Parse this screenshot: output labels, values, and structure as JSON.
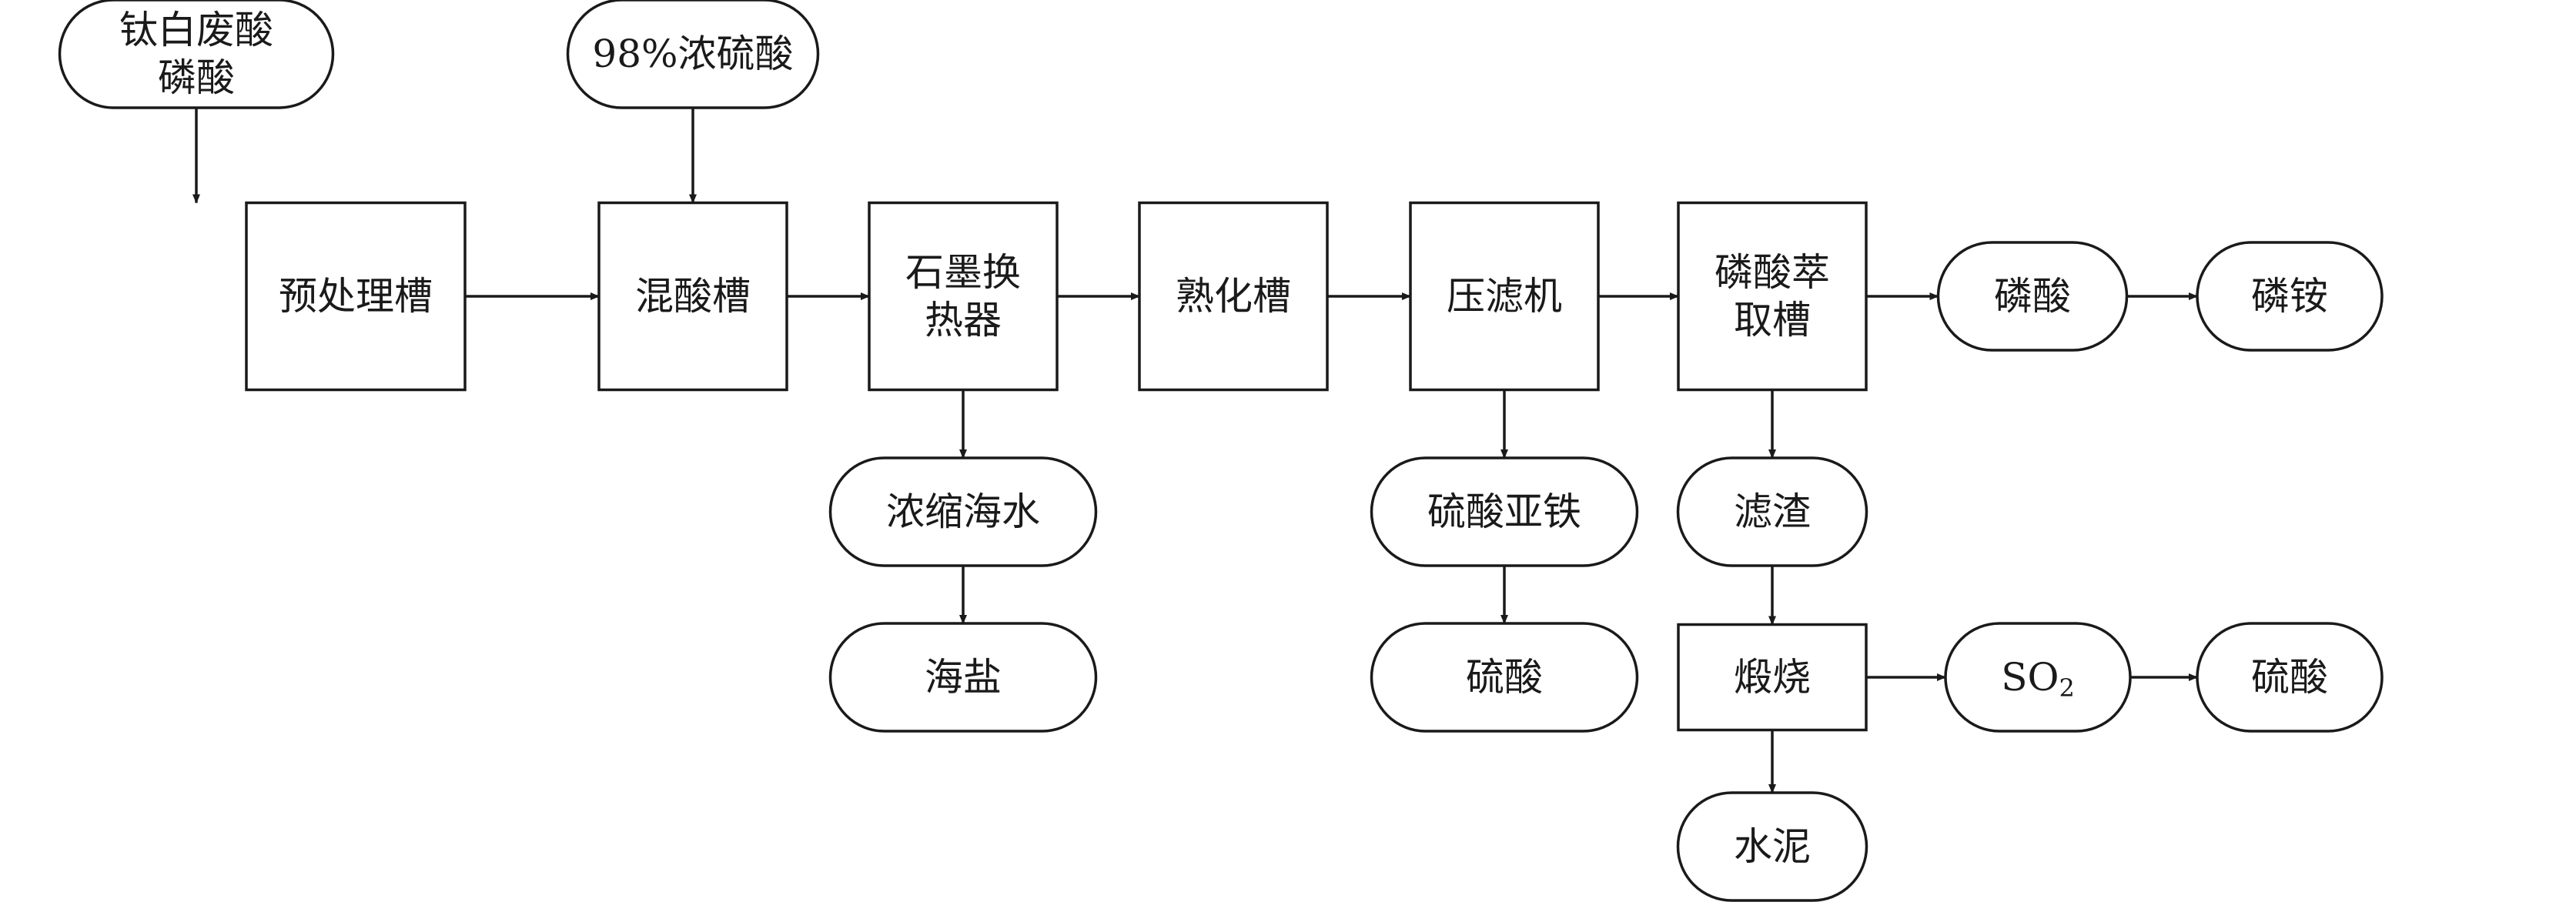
{
  "nodes": [
    {
      "id": "n1",
      "shape": "rounded",
      "lines": [
        "钛白废酸",
        "磷酸"
      ]
    },
    {
      "id": "n2",
      "shape": "rounded",
      "lines": [
        "98%浓硫酸"
      ]
    },
    {
      "id": "n3",
      "shape": "rect",
      "lines": [
        "预处理槽"
      ]
    },
    {
      "id": "n4",
      "shape": "rect",
      "lines": [
        "混酸槽"
      ]
    },
    {
      "id": "n5",
      "shape": "rect",
      "lines": [
        "石墨换",
        "热器"
      ]
    },
    {
      "id": "n6",
      "shape": "rect",
      "lines": [
        "熟化槽"
      ]
    },
    {
      "id": "n7",
      "shape": "rect",
      "lines": [
        "压滤机"
      ]
    },
    {
      "id": "n8",
      "shape": "rect",
      "lines": [
        "磷酸萃",
        "取槽"
      ]
    },
    {
      "id": "n9",
      "shape": "rounded",
      "lines": [
        "磷酸"
      ]
    },
    {
      "id": "n10",
      "shape": "rounded",
      "lines": [
        "磷铵"
      ]
    },
    {
      "id": "n11",
      "shape": "rounded",
      "lines": [
        "浓缩海水"
      ]
    },
    {
      "id": "n12",
      "shape": "rounded",
      "lines": [
        "海盐"
      ]
    },
    {
      "id": "n13",
      "shape": "rounded",
      "lines": [
        "硫酸亚铁"
      ]
    },
    {
      "id": "n14",
      "shape": "rounded",
      "lines": [
        "硫酸"
      ]
    },
    {
      "id": "n15",
      "shape": "rounded",
      "lines": [
        "滤渣"
      ]
    },
    {
      "id": "n16",
      "shape": "rect",
      "lines": [
        "煅烧"
      ]
    },
    {
      "id": "n17",
      "shape": "rounded",
      "lines": [
        "SO"
      ],
      "subscript": "2"
    },
    {
      "id": "n18",
      "shape": "rounded",
      "lines": [
        "硫酸"
      ]
    },
    {
      "id": "n19",
      "shape": "rounded",
      "lines": [
        "水泥"
      ]
    }
  ],
  "edges": [
    {
      "from": "n1",
      "to": "n3"
    },
    {
      "from": "n2",
      "to": "n4"
    },
    {
      "from": "n3",
      "to": "n4"
    },
    {
      "from": "n4",
      "to": "n5"
    },
    {
      "from": "n5",
      "to": "n6"
    },
    {
      "from": "n6",
      "to": "n7"
    },
    {
      "from": "n7",
      "to": "n8"
    },
    {
      "from": "n8",
      "to": "n9"
    },
    {
      "from": "n9",
      "to": "n10"
    },
    {
      "from": "n5",
      "to": "n11"
    },
    {
      "from": "n11",
      "to": "n12"
    },
    {
      "from": "n7",
      "to": "n13"
    },
    {
      "from": "n13",
      "to": "n14"
    },
    {
      "from": "n8",
      "to": "n15"
    },
    {
      "from": "n15",
      "to": "n16"
    },
    {
      "from": "n16",
      "to": "n17"
    },
    {
      "from": "n17",
      "to": "n18"
    },
    {
      "from": "n16",
      "to": "n19"
    }
  ]
}
